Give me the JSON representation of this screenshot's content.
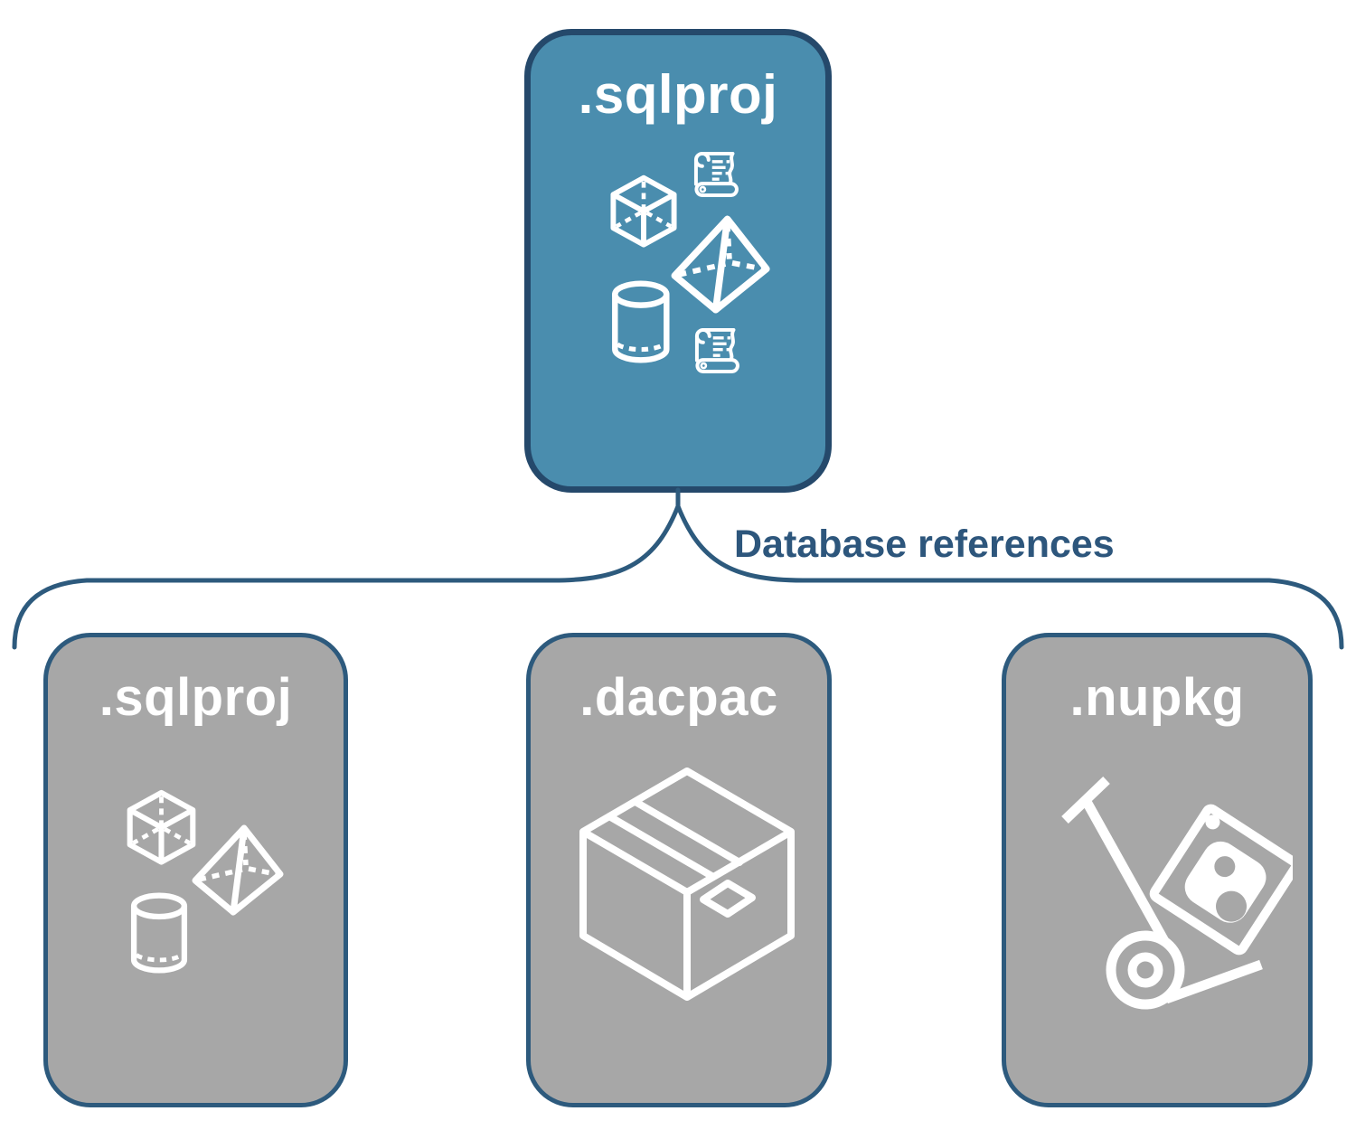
{
  "colors": {
    "background": "#ffffff",
    "root_fill": "#4a8dae",
    "root_border": "#25496b",
    "child_fill": "#a7a7a7",
    "child_border": "#2d5a7d",
    "connector": "#2d5a7d",
    "label_text": "#2d567c",
    "icon_stroke": "#ffffff"
  },
  "root": {
    "label": ".sqlproj",
    "icons": [
      "cube-icon",
      "scroll-icon",
      "pyramid-icon",
      "cylinder-icon",
      "scroll-icon"
    ]
  },
  "connector": {
    "label": "Database references"
  },
  "children": [
    {
      "label": ".sqlproj",
      "icons": [
        "cube-icon",
        "pyramid-icon",
        "cylinder-icon"
      ]
    },
    {
      "label": ".dacpac",
      "icons": [
        "package-box-icon"
      ]
    },
    {
      "label": ".nupkg",
      "icons": [
        "nuget-hand-truck-icon"
      ]
    }
  ]
}
